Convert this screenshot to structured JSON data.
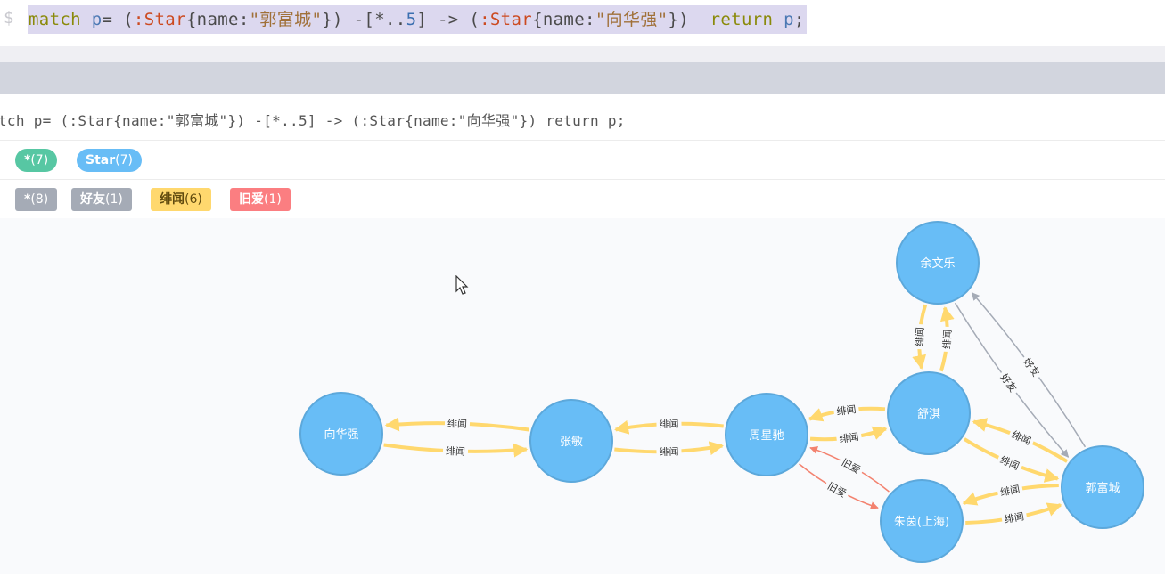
{
  "editor": {
    "prompt": "$",
    "query_tokens": [
      {
        "t": "match",
        "c": "kw"
      },
      {
        "t": " ",
        "c": "op"
      },
      {
        "t": "p",
        "c": "var"
      },
      {
        "t": "= (",
        "c": "op"
      },
      {
        "t": ":Star",
        "c": "lbl"
      },
      {
        "t": "{",
        "c": "op"
      },
      {
        "t": "name",
        "c": "prop"
      },
      {
        "t": ":",
        "c": "op"
      },
      {
        "t": "\"郭富城\"",
        "c": "str"
      },
      {
        "t": "}) -[*..",
        "c": "op"
      },
      {
        "t": "5",
        "c": "num"
      },
      {
        "t": "] -> (",
        "c": "op"
      },
      {
        "t": ":Star",
        "c": "lbl"
      },
      {
        "t": "{",
        "c": "op"
      },
      {
        "t": "name",
        "c": "prop"
      },
      {
        "t": ":",
        "c": "op"
      },
      {
        "t": "\"向华强\"",
        "c": "str"
      },
      {
        "t": "})  ",
        "c": "op"
      },
      {
        "t": "return",
        "c": "kw"
      },
      {
        "t": " ",
        "c": "op"
      },
      {
        "t": "p",
        "c": "var"
      },
      {
        "t": ";",
        "c": "op"
      }
    ]
  },
  "result": {
    "query_text": "tch p= (:Star{name:\"郭富城\"}) -[*..5] -> (:Star{name:\"向华强\"}) return p;"
  },
  "node_labels": [
    {
      "name": "*",
      "count": "(7)",
      "color": "#57c7a3"
    },
    {
      "name": "Star",
      "count": "(7)",
      "color": "#68bdf6"
    }
  ],
  "rel_types": [
    {
      "name": "*",
      "count": "(8)",
      "color": "#a5abb6"
    },
    {
      "name": "好友",
      "count": "(1)",
      "color": "#a5abb6"
    },
    {
      "name": "绯闻",
      "count": "(6)",
      "color": "#ffd86e",
      "text_color": "#604a0e"
    },
    {
      "name": "旧爱",
      "count": "(1)",
      "color": "#fb7e81"
    }
  ],
  "graph": {
    "node_fill": "#68bdf6",
    "node_stroke": "#5ca8db",
    "rel_colors": {
      "绯闻": "#ffd86e",
      "好友": "#a5abb6",
      "旧爱": "#f3826f"
    },
    "nodes": [
      {
        "id": "xhq",
        "name": "向华强"
      },
      {
        "id": "zm",
        "name": "张敏"
      },
      {
        "id": "zxc",
        "name": "周星驰"
      },
      {
        "id": "sq",
        "name": "舒淇"
      },
      {
        "id": "ywl",
        "name": "余文乐"
      },
      {
        "id": "gfc",
        "name": "郭富城"
      },
      {
        "id": "zy",
        "name": "朱茵(上海)"
      }
    ],
    "rels": [
      {
        "from": "xhq",
        "to": "zm",
        "type": "绯闻"
      },
      {
        "from": "zm",
        "to": "xhq",
        "type": "绯闻"
      },
      {
        "from": "zm",
        "to": "zxc",
        "type": "绯闻"
      },
      {
        "from": "zxc",
        "to": "zm",
        "type": "绯闻"
      },
      {
        "from": "sq",
        "to": "zxc",
        "type": "绯闻"
      },
      {
        "from": "zxc",
        "to": "sq",
        "type": "绯闻"
      },
      {
        "from": "ywl",
        "to": "sq",
        "type": "绯闻"
      },
      {
        "from": "sq",
        "to": "ywl",
        "type": "绯闻"
      },
      {
        "from": "gfc",
        "to": "ywl",
        "type": "好友"
      },
      {
        "from": "ywl",
        "to": "gfc",
        "type": "好友"
      },
      {
        "from": "gfc",
        "to": "sq",
        "type": "绯闻"
      },
      {
        "from": "sq",
        "to": "gfc",
        "type": "绯闻"
      },
      {
        "from": "gfc",
        "to": "zy",
        "type": "绯闻"
      },
      {
        "from": "zy",
        "to": "gfc",
        "type": "绯闻"
      },
      {
        "from": "zy",
        "to": "zxc",
        "type": "旧爱"
      },
      {
        "from": "zxc",
        "to": "zy",
        "type": "旧爱"
      }
    ]
  }
}
